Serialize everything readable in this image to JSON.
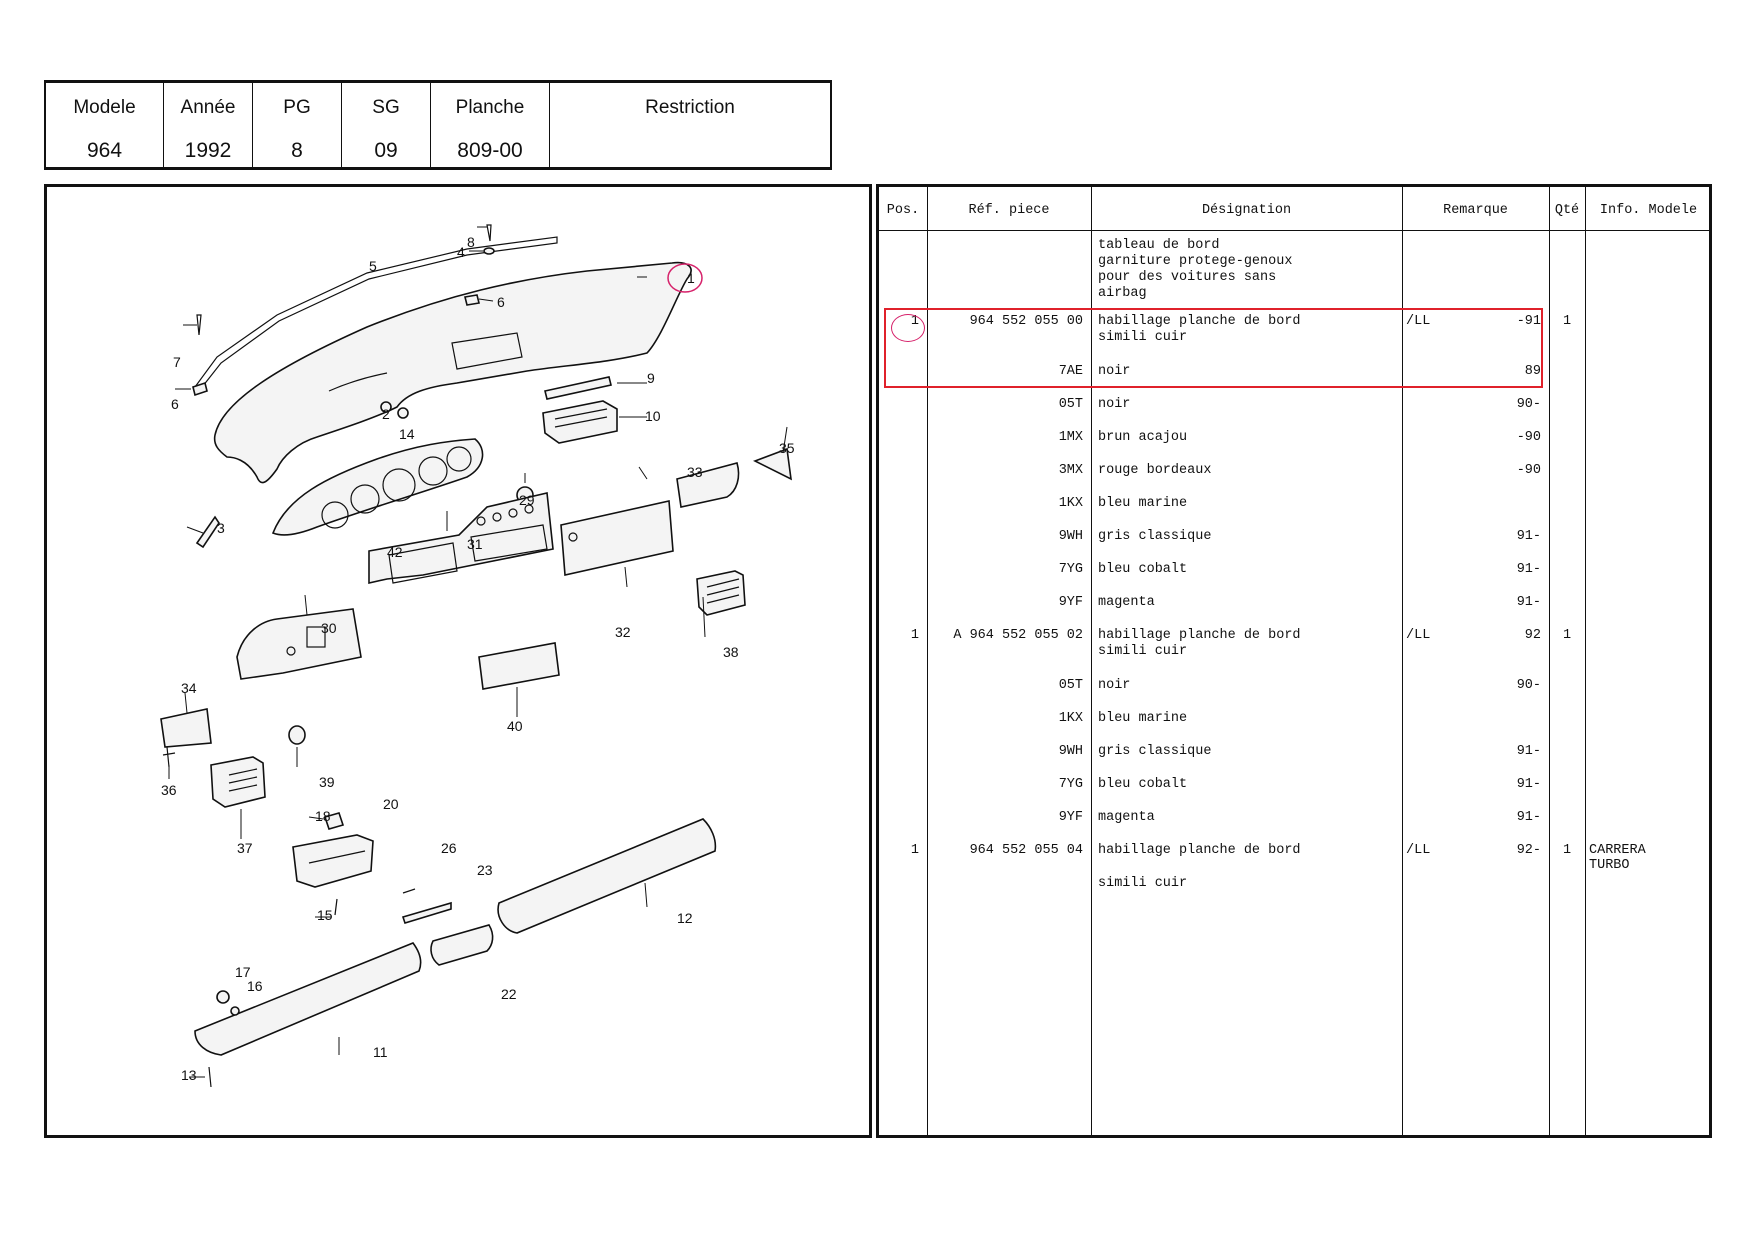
{
  "header": {
    "columns": [
      {
        "label": "Modele",
        "value": "964"
      },
      {
        "label": "Année",
        "value": "1992"
      },
      {
        "label": "PG",
        "value": "8"
      },
      {
        "label": "SG",
        "value": "09"
      },
      {
        "label": "Planche",
        "value": "809-00"
      },
      {
        "label": "Restriction",
        "value": ""
      }
    ]
  },
  "diagram": {
    "callouts": [
      "1",
      "2",
      "3",
      "4",
      "5",
      "6",
      "6",
      "7",
      "8",
      "9",
      "10",
      "11",
      "12",
      "13",
      "14",
      "15",
      "16",
      "17",
      "18",
      "20",
      "22",
      "23",
      "26",
      "29",
      "30",
      "31",
      "32",
      "33",
      "34",
      "35",
      "36",
      "37",
      "38",
      "39",
      "40",
      "42"
    ]
  },
  "parts_table": {
    "headers": {
      "pos": "Pos.",
      "ref": "Réf. piece",
      "designation": "Désignation",
      "remarque": "Remarque",
      "qte": "Qté",
      "info": "Info. Modele"
    },
    "intro": [
      "tableau de bord",
      "garniture protege-genoux",
      "pour des voitures sans",
      "airbag"
    ],
    "rows": [
      {
        "pos": "1",
        "ref": "964 552 055 00",
        "designation": [
          "habillage planche de bord",
          "simili cuir"
        ],
        "remarque_code": "/LL",
        "remarque_year": "-91",
        "qte": "1",
        "info": []
      },
      {
        "pos": "",
        "ref": "7AE",
        "designation": [
          "noir"
        ],
        "remarque_code": "",
        "remarque_year": "89",
        "qte": "",
        "info": []
      },
      {
        "pos": "",
        "ref": "05T",
        "designation": [
          "noir"
        ],
        "remarque_code": "",
        "remarque_year": "90-",
        "qte": "",
        "info": []
      },
      {
        "pos": "",
        "ref": "1MX",
        "designation": [
          "brun acajou"
        ],
        "remarque_code": "",
        "remarque_year": "-90",
        "qte": "",
        "info": []
      },
      {
        "pos": "",
        "ref": "3MX",
        "designation": [
          "rouge bordeaux"
        ],
        "remarque_code": "",
        "remarque_year": "-90",
        "qte": "",
        "info": []
      },
      {
        "pos": "",
        "ref": "1KX",
        "designation": [
          "bleu marine"
        ],
        "remarque_code": "",
        "remarque_year": "",
        "qte": "",
        "info": []
      },
      {
        "pos": "",
        "ref": "9WH",
        "designation": [
          "gris classique"
        ],
        "remarque_code": "",
        "remarque_year": "91-",
        "qte": "",
        "info": []
      },
      {
        "pos": "",
        "ref": "7YG",
        "designation": [
          "bleu cobalt"
        ],
        "remarque_code": "",
        "remarque_year": "91-",
        "qte": "",
        "info": []
      },
      {
        "pos": "",
        "ref": "9YF",
        "designation": [
          "magenta"
        ],
        "remarque_code": "",
        "remarque_year": "91-",
        "qte": "",
        "info": []
      },
      {
        "pos": "1",
        "ref": "A 964 552 055 02",
        "designation": [
          "habillage planche de bord",
          "simili cuir"
        ],
        "remarque_code": "/LL",
        "remarque_year": "92",
        "qte": "1",
        "info": []
      },
      {
        "pos": "",
        "ref": "05T",
        "designation": [
          "noir"
        ],
        "remarque_code": "",
        "remarque_year": "90-",
        "qte": "",
        "info": []
      },
      {
        "pos": "",
        "ref": "1KX",
        "designation": [
          "bleu marine"
        ],
        "remarque_code": "",
        "remarque_year": "",
        "qte": "",
        "info": []
      },
      {
        "pos": "",
        "ref": "9WH",
        "designation": [
          "gris classique"
        ],
        "remarque_code": "",
        "remarque_year": "91-",
        "qte": "",
        "info": []
      },
      {
        "pos": "",
        "ref": "7YG",
        "designation": [
          "bleu cobalt"
        ],
        "remarque_code": "",
        "remarque_year": "91-",
        "qte": "",
        "info": []
      },
      {
        "pos": "",
        "ref": "9YF",
        "designation": [
          "magenta"
        ],
        "remarque_code": "",
        "remarque_year": "91-",
        "qte": "",
        "info": []
      },
      {
        "pos": "1",
        "ref": "964 552 055 04",
        "designation": [
          "habillage planche de bord"
        ],
        "remarque_code": "/LL",
        "remarque_year": "92-",
        "qte": "1",
        "info": [
          "CARRERA",
          "TURBO"
        ]
      },
      {
        "pos": "",
        "ref": "",
        "designation": [
          "simili cuir"
        ],
        "remarque_code": "",
        "remarque_year": "",
        "qte": "",
        "info": []
      }
    ]
  },
  "colors": {
    "highlight": "#e0212b",
    "circle": "#d6216a"
  }
}
